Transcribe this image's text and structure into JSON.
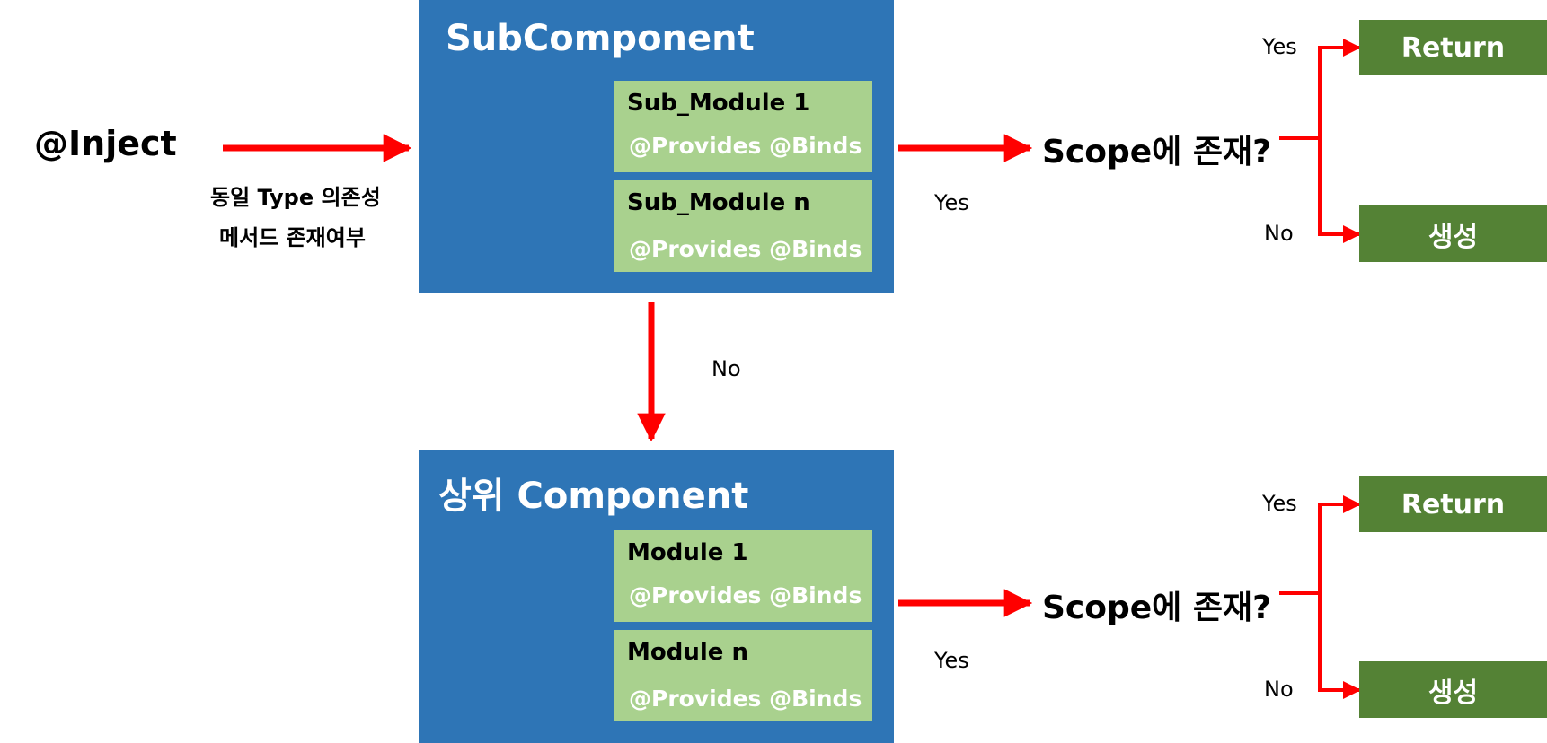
{
  "inject": {
    "label": "@Inject"
  },
  "edge_label": {
    "line1": "동일 Type 의존성",
    "line2": "메서드 존재여부"
  },
  "sub_component": {
    "title": "SubComponent",
    "modules": [
      {
        "name": "Sub_Module 1",
        "annotations": "@Provides @Binds"
      },
      {
        "name": "Sub_Module n",
        "annotations": "@Provides @Binds"
      }
    ]
  },
  "parent_component": {
    "title": "상위 Component",
    "modules": [
      {
        "name": "Module 1",
        "annotations": "@Provides @Binds"
      },
      {
        "name": "Module n",
        "annotations": "@Provides @Binds"
      }
    ]
  },
  "branch_labels": {
    "yes": "Yes",
    "no": "No"
  },
  "scope_check": "Scope에 존재?",
  "results": {
    "return": "Return",
    "create": "생성"
  },
  "colors": {
    "component": "#2e75b6",
    "module": "#a9d18e",
    "result": "#548235",
    "arrow": "#ff0000"
  }
}
